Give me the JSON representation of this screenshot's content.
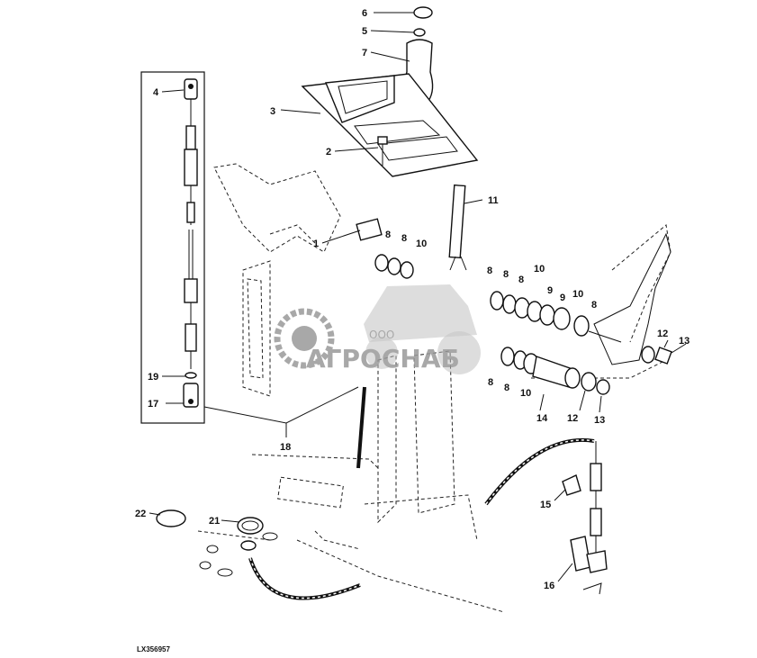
{
  "figure_code": "LX356957",
  "watermark": {
    "small": "ООО",
    "name": "АГРОСНАБ",
    "color": "#9a9a9a"
  },
  "callouts": {
    "c1": "1",
    "c2": "2",
    "c3": "3",
    "c4": "4",
    "c5": "5",
    "c6": "6",
    "c7": "7",
    "c8a": "8",
    "c8b": "8",
    "c8c": "8",
    "c8d": "8",
    "c8e": "8",
    "c8f": "8",
    "c8g": "8",
    "c8h": "8",
    "c9a": "9",
    "c9b": "9",
    "c10a": "10",
    "c10b": "10",
    "c10c": "10",
    "c10d": "10",
    "c11": "11",
    "c12a": "12",
    "c12b": "12",
    "c13a": "13",
    "c13b": "13",
    "c14": "14",
    "c15": "15",
    "c16": "16",
    "c17": "17",
    "c18": "18",
    "c19": "19",
    "c21": "21",
    "c22": "22"
  }
}
